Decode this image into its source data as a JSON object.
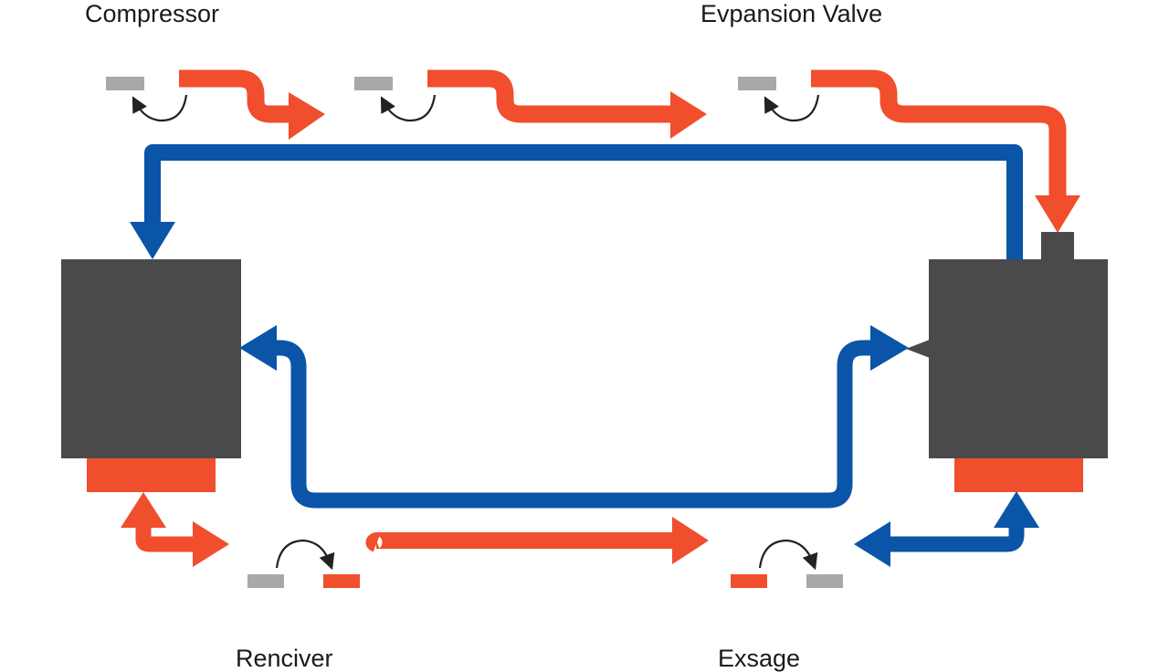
{
  "labels": {
    "compressor": "Compressor",
    "expansion_valve": "Evpansion Valve",
    "receiver": "Renciver",
    "exchange": "Exsage"
  },
  "colors": {
    "hot_line": "#f04e2c",
    "cold_line": "#0a55a8",
    "unit_body": "#4a4a4a",
    "unit_base": "#f04e2c",
    "indicator_gray": "#a8a8a8",
    "indicator_arrow": "#222222"
  },
  "icons": {
    "rotation_indicator": "curved-arrow-icon"
  }
}
